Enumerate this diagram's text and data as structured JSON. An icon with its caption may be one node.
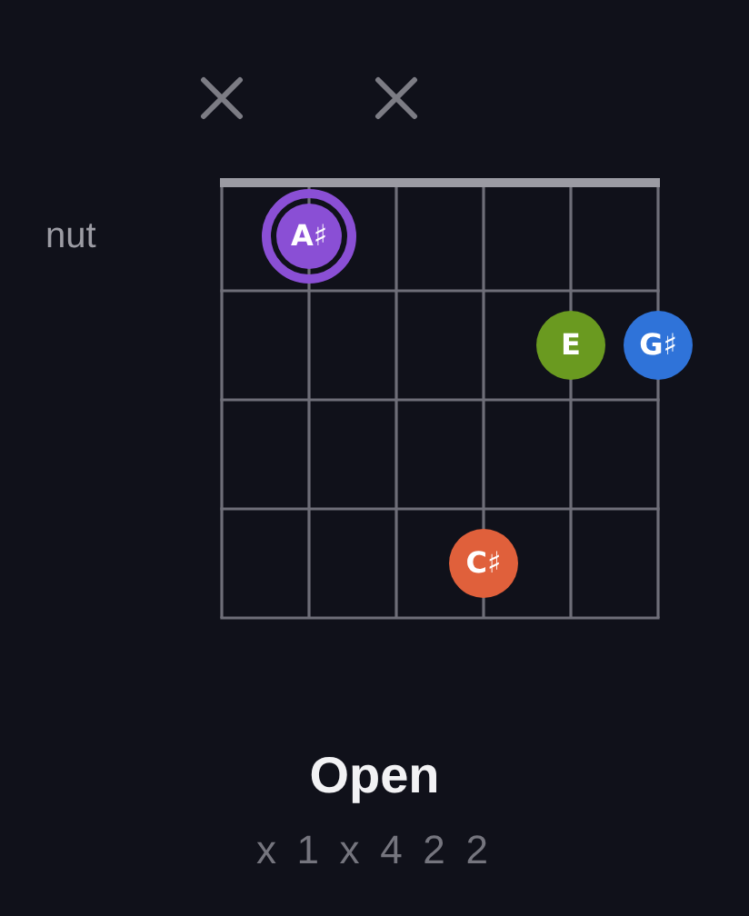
{
  "diagram": {
    "title": "Open",
    "nodes": [
      {
        "text": [
          "A♯"
        ]
      },
      {
        "text": [
          "E"
        ]
      },
      {
        "text": [
          "G♯"
        ]
      },
      {
        "text": [
          "C♯"
        ]
      }
    ],
    "labels": [
      "nut",
      "x 1 x 4 2 2"
    ]
  }
}
